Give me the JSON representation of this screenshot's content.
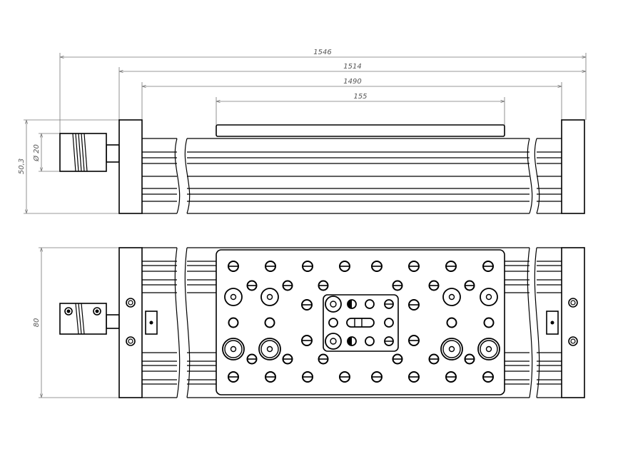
{
  "drawing": {
    "top_view": {
      "dimensions": {
        "overall_length": "1546",
        "rail_length": "1514",
        "travel_length": "1490",
        "carriage_length": "155",
        "height": "50,3",
        "coupler_diameter": "Ø 20"
      }
    },
    "bottom_view": {
      "dimensions": {
        "width": "80"
      }
    },
    "colors": {
      "line": "#000000",
      "dimension": "#777777"
    }
  }
}
